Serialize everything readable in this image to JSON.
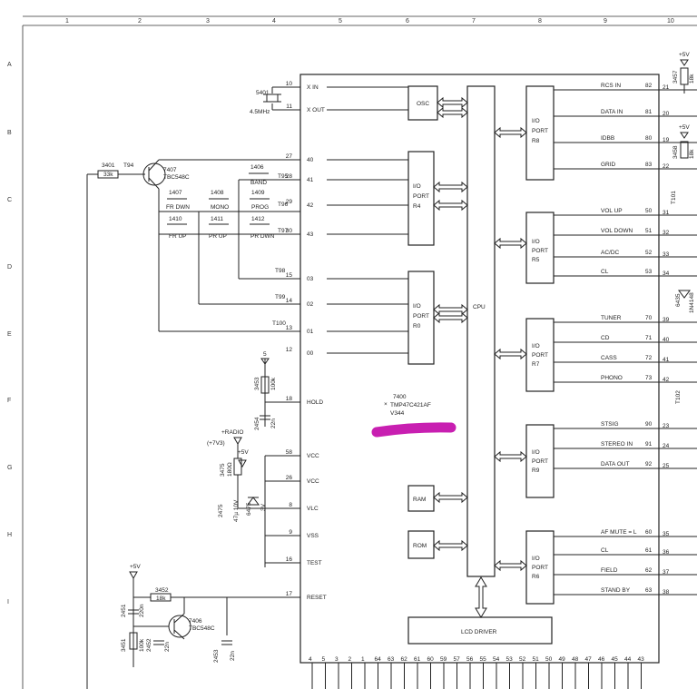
{
  "grid": {
    "cols": [
      "1",
      "2",
      "3",
      "4",
      "5",
      "6",
      "7",
      "8",
      "9",
      "10"
    ],
    "rows": [
      "A",
      "B",
      "C",
      "D",
      "E",
      "F",
      "G",
      "H",
      "I"
    ]
  },
  "chip": {
    "ref": "7400",
    "part": "TMP47C421AF",
    "variant": "V344",
    "left_pins": [
      {
        "num": "10",
        "name": "X IN"
      },
      {
        "num": "11",
        "name": "X OUT"
      },
      {
        "num": "27",
        "name": "40"
      },
      {
        "num": "28",
        "name": "41"
      },
      {
        "num": "29",
        "name": "42"
      },
      {
        "num": "30",
        "name": "43"
      },
      {
        "num": "15",
        "name": "03"
      },
      {
        "num": "14",
        "name": "02"
      },
      {
        "num": "13",
        "name": "01"
      },
      {
        "num": "12",
        "name": "00"
      },
      {
        "num": "18",
        "name": "HOLD"
      },
      {
        "num": "58",
        "name": "VCC"
      },
      {
        "num": "26",
        "name": "VCC"
      },
      {
        "num": "8",
        "name": "VLC"
      },
      {
        "num": "9",
        "name": "VSS"
      },
      {
        "num": "16",
        "name": "TEST"
      },
      {
        "num": "17",
        "name": "RESET"
      }
    ],
    "bottom_pins": [
      "4",
      "5",
      "3",
      "2",
      "1",
      "64",
      "63",
      "62",
      "61",
      "60",
      "59",
      "57",
      "56",
      "55",
      "54",
      "53",
      "52",
      "51",
      "50",
      "49",
      "48",
      "47",
      "46",
      "45",
      "44",
      "43"
    ]
  },
  "blocks": {
    "osc": "OSC",
    "cpu": "CPU",
    "ram": "RAM",
    "rom": "ROM",
    "lcd": "LCD DRIVER",
    "port_r4": [
      "I/O",
      "PORT",
      "R4"
    ],
    "port_r0": [
      "I/O",
      "PORT",
      "R0"
    ],
    "port_r8": [
      "I/O",
      "PORT",
      "R8"
    ],
    "port_r5": [
      "I/O",
      "PORT",
      "R5"
    ],
    "port_r7": [
      "I/O",
      "PORT",
      "R7"
    ],
    "port_r9": [
      "I/O",
      "PORT",
      "R9"
    ],
    "port_r6": [
      "I/O",
      "PORT",
      "R6"
    ]
  },
  "right_signals": [
    {
      "name": "RCS IN",
      "port": "82",
      "pin": "21"
    },
    {
      "name": "DATA IN",
      "port": "81",
      "pin": "20"
    },
    {
      "name": "IDBB",
      "port": "80",
      "pin": "19"
    },
    {
      "name": "GRID",
      "port": "83",
      "pin": "22"
    },
    {
      "name": "VOL UP",
      "port": "50",
      "pin": "31"
    },
    {
      "name": "VOL DOWN",
      "port": "51",
      "pin": "32"
    },
    {
      "name": "AC/DC",
      "port": "52",
      "pin": "33"
    },
    {
      "name": "CL",
      "port": "53",
      "pin": "34"
    },
    {
      "name": "TUNER",
      "port": "70",
      "pin": "39"
    },
    {
      "name": "CD",
      "port": "71",
      "pin": "40"
    },
    {
      "name": "CASS",
      "port": "72",
      "pin": "41"
    },
    {
      "name": "PHONO",
      "port": "73",
      "pin": "42"
    },
    {
      "name": "STSIG",
      "port": "90",
      "pin": "23"
    },
    {
      "name": "STEREO IN",
      "port": "91",
      "pin": "24"
    },
    {
      "name": "DATA OUT",
      "port": "92",
      "pin": "25"
    },
    {
      "name": "AF MUTE = L",
      "port": "60",
      "pin": "35"
    },
    {
      "name": "CL",
      "port": "61",
      "pin": "36"
    },
    {
      "name": "FIELD",
      "port": "62",
      "pin": "37"
    },
    {
      "name": "STAND BY",
      "port": "63",
      "pin": "38"
    }
  ],
  "components": {
    "crystal_ref": "5401",
    "crystal_val": "4.5MHz",
    "r3401_ref": "3401",
    "r3401_val": "33k",
    "t94": "T94",
    "t7407_ref": "7407",
    "t7407_type": "TBC548C",
    "sw1406_ref": "1406",
    "sw1406_name": "BAND",
    "t95": "T95",
    "sw1407_ref": "1407",
    "sw1407_name": "FR DWN",
    "sw1408_ref": "1408",
    "sw1408_name": "MONO",
    "sw1409_ref": "1409",
    "sw1409_name": "PROG",
    "t96": "T96",
    "sw1410_ref": "1410",
    "sw1410_name": "FR UP",
    "sw1411_ref": "1411",
    "sw1411_name": "PR UP",
    "sw1412_ref": "1412",
    "sw1412_name": "PR DWN",
    "t97": "T97",
    "t98": "T98",
    "t99": "T99",
    "t100": "T100",
    "r3453_ref": "3453",
    "r3453_val": "100k",
    "c2454_ref": "2454",
    "c2454_val": "22n",
    "radio": "+RADIO",
    "v73": "(+7V3)",
    "plus5v_g": "+5V",
    "r3475_ref": "3475",
    "r3475_val": "180Ω",
    "c2475_ref": "2475",
    "c2475_val": "47µ 10V",
    "d6475_ref": "6475",
    "d6475_val": "3V",
    "plus5v_h": "+5V",
    "r3452_ref": "3452",
    "r3452_val": "18k",
    "c2451_ref": "2451",
    "c2451_val": "220n",
    "t7406_ref": "7406",
    "t7406_type": "TBC548C",
    "r3451_ref": "3451",
    "r3451_val": "100k",
    "c2452_ref": "2452",
    "c2452_val": "22n",
    "c2453_ref": "2453",
    "c2453_val": "22n",
    "plus5v_a": "+5V",
    "r3457_ref": "3457",
    "r3457_val": "18k",
    "plus5v_b": "+5V",
    "r3458_ref": "3458",
    "r3458_val": "18k",
    "t101": "T101",
    "d6435_ref": "6435",
    "d6435_val": "1N4148",
    "t102": "T102",
    "plus5_small": "5"
  }
}
